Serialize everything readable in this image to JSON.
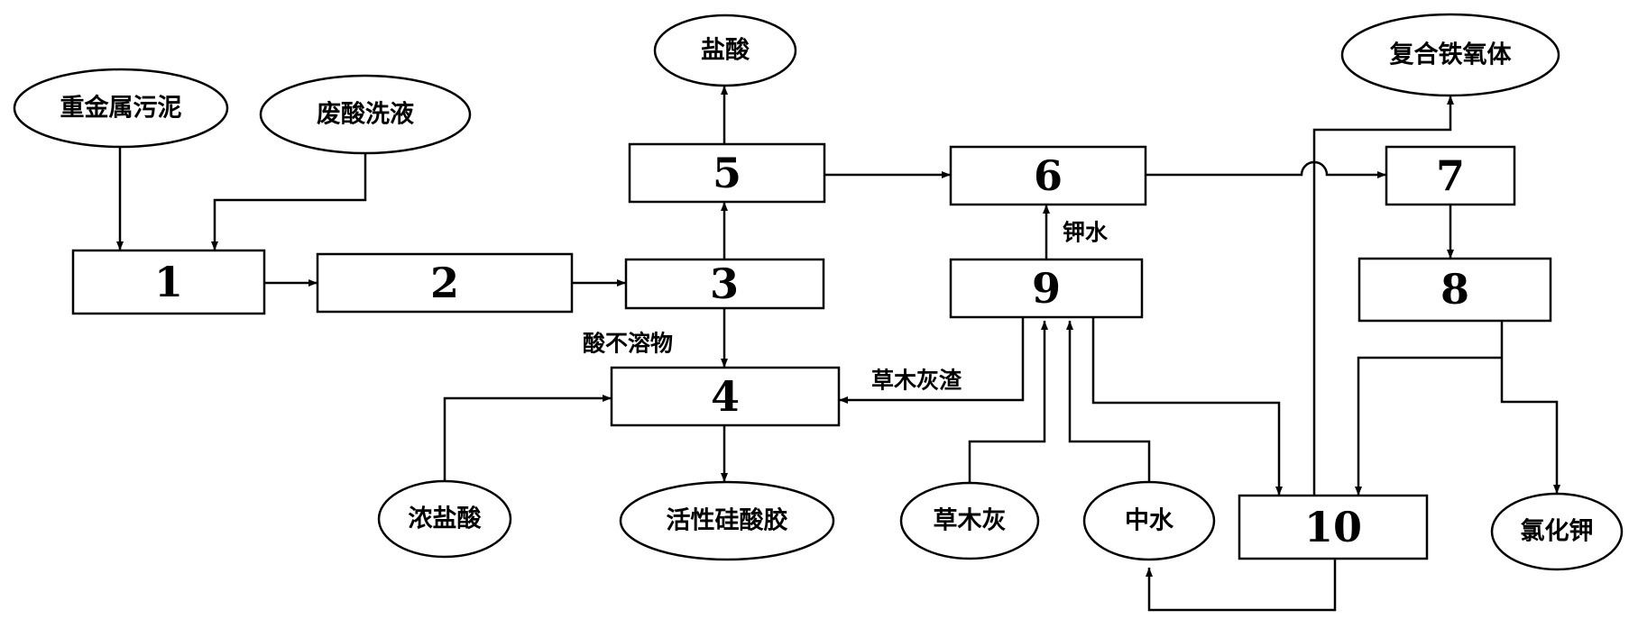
{
  "diagram": {
    "boxes": {
      "b1": "1",
      "b2": "2",
      "b3": "3",
      "b4": "4",
      "b5": "5",
      "b6": "6",
      "b7": "7",
      "b8": "8",
      "b9": "9",
      "b10": "10"
    },
    "materials": {
      "heavy_metal_sludge": "重金属污泥",
      "waste_acid_wash": "废酸洗液",
      "hydrochloric_acid": "盐酸",
      "composite_ferrite": "复合铁氧体",
      "conc_hydrochloric_acid": "浓盐酸",
      "active_silicic_gel": "活性硅酸胶",
      "plant_ash": "草木灰",
      "reclaimed_water": "中水",
      "potassium_chloride": "氯化钾"
    },
    "edge_labels": {
      "acid_insoluble": "酸不溶物",
      "plant_ash_residue": "草木灰渣",
      "potassium_water": "钾水"
    }
  }
}
